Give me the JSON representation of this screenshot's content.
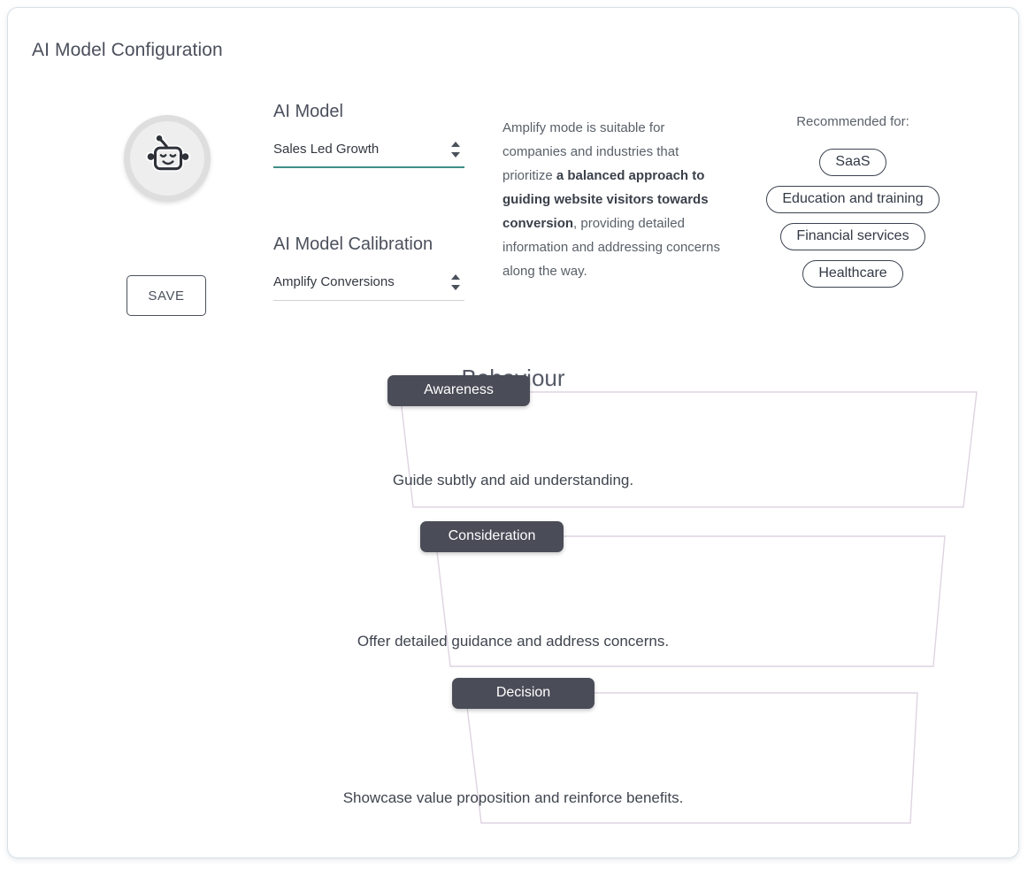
{
  "page": {
    "title": "AI Model Configuration"
  },
  "avatar": {
    "icon": "robot-icon"
  },
  "actions": {
    "save_label": "SAVE"
  },
  "fields": {
    "model": {
      "label": "AI Model",
      "value": "Sales Led Growth",
      "underline_color": "#3f8e87"
    },
    "calibration": {
      "label": "AI Model Calibration",
      "value": "Amplify Conversions",
      "underline_color": "#d3d3d3"
    }
  },
  "description": {
    "part1": "Amplify mode is suitable for companies and industries that prioritize ",
    "emphasis": "a balanced approach to guiding website visitors towards conversion",
    "part2": ", providing detailed information and addressing concerns along the way."
  },
  "recommended": {
    "title": "Recommended for:",
    "items": [
      {
        "label": "SaaS"
      },
      {
        "label": "Education and training"
      },
      {
        "label": "Financial services"
      },
      {
        "label": "Healthcare"
      }
    ]
  },
  "behaviour": {
    "heading": "Behaviour",
    "stages": [
      {
        "label": "Awareness",
        "text": "Guide subtly and aid understanding."
      },
      {
        "label": "Consideration",
        "text": "Offer detailed guidance and address concerns."
      },
      {
        "label": "Decision",
        "text": "Showcase value proposition and reinforce benefits."
      }
    ],
    "tab_color": "#4a4d58",
    "outline_color": "#ded4e2"
  }
}
